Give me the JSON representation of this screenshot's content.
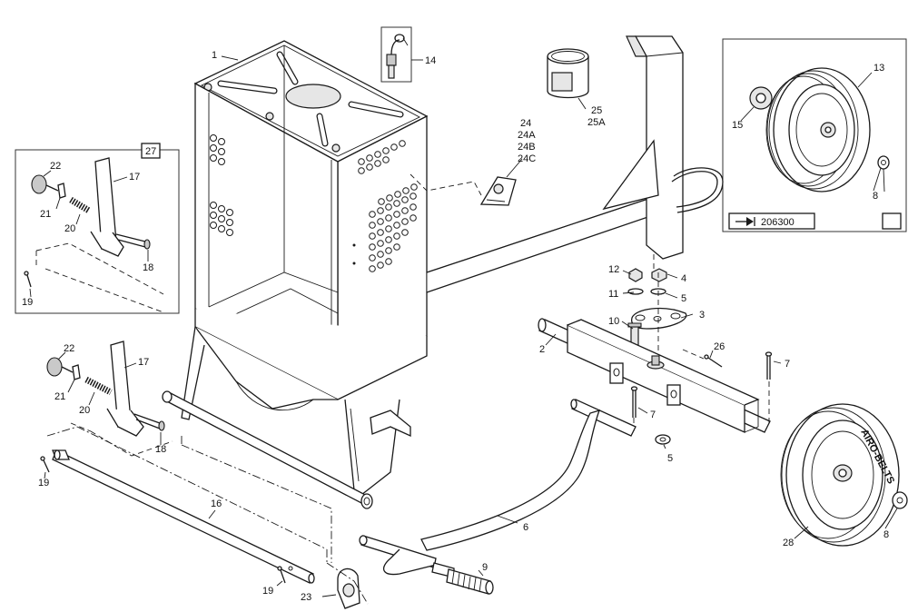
{
  "diagram": {
    "callouts": {
      "c1": "1",
      "c2": "2",
      "c3": "3",
      "c4": "4",
      "c5a": "5",
      "c5b": "5",
      "c6": "6",
      "c7a": "7",
      "c7b": "7",
      "c8a": "8",
      "c8b": "8",
      "c9": "9",
      "c10": "10",
      "c11": "11",
      "c12": "12",
      "c13": "13",
      "c14": "14",
      "c15": "15",
      "c16": "16",
      "c17a": "17",
      "c17b": "17",
      "c18a": "18",
      "c18b": "18",
      "c19a": "19",
      "c19b": "19",
      "c19c": "19",
      "c20a": "20",
      "c20b": "20",
      "c21a": "21",
      "c21b": "21",
      "c22a": "22",
      "c22b": "22",
      "c23": "23",
      "c24": "24",
      "c24A": "24A",
      "c24B": "24B",
      "c24C": "24C",
      "c25": "25",
      "c25A": "25A",
      "c26": "26",
      "c28": "28"
    },
    "inset_kit": {
      "number": "27"
    },
    "inset_wheel": {
      "kit_label": "206300"
    },
    "tire_text": "AIRO-BELTS"
  }
}
